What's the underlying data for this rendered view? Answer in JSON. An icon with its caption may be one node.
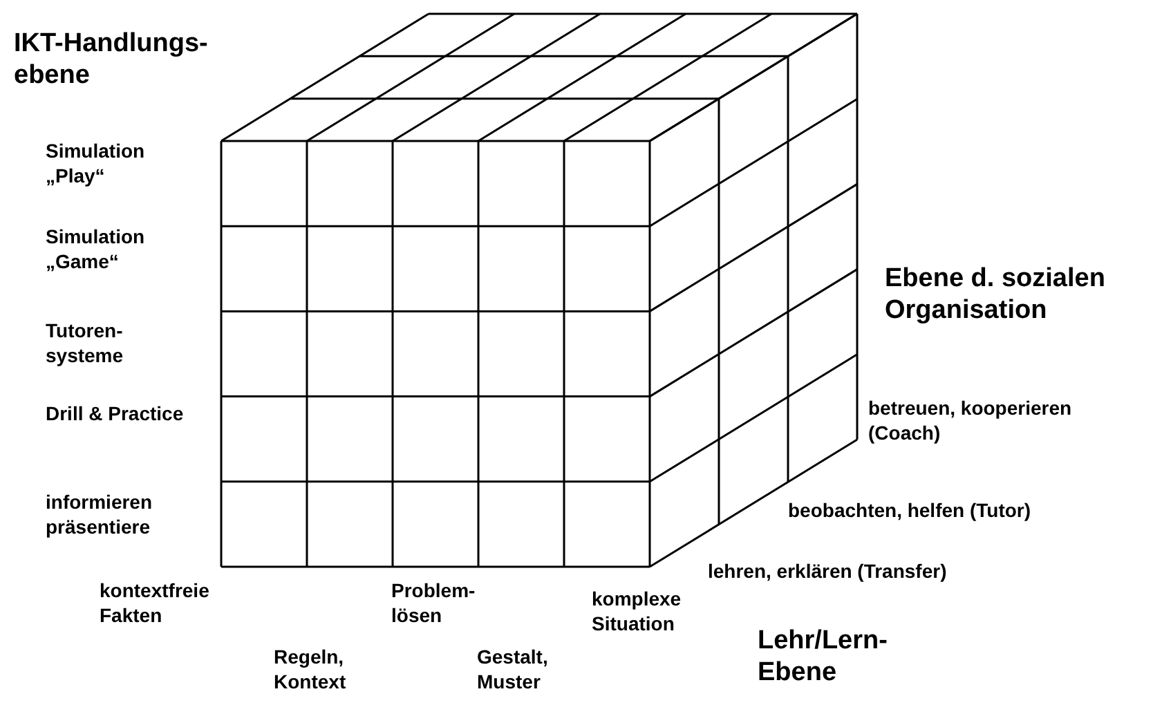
{
  "diagram": {
    "labels": [
      "IKT-Handlungs- ebene",
      "Simulation „Play“",
      "Simulation „Game“",
      "Ebene d. sozialen Organisation",
      "Tutoren- systeme",
      "Drill & Practice",
      "betreuen, kooperieren (Coach)",
      "informieren präsentiere",
      "beobachten, helfen (Tutor)",
      "lehren, erklären (Transfer)",
      "kontextfreie Fakten",
      "Problem- lösen",
      "komplexe Situation",
      "Regeln, Kontext",
      "Gestalt, Muster",
      "Lehr/Lern- Ebene"
    ]
  }
}
